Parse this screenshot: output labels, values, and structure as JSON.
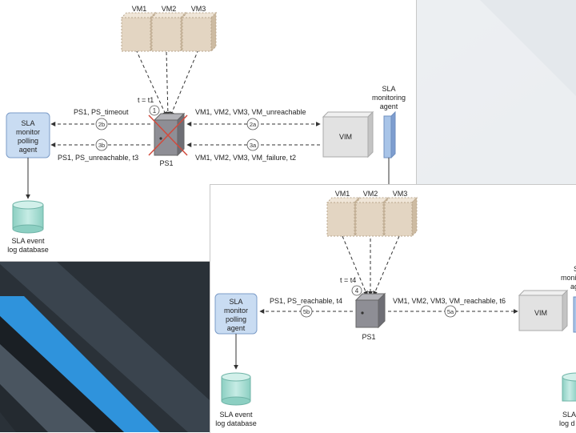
{
  "top": {
    "vms": [
      "VM1",
      "VM2",
      "VM3"
    ],
    "time_label": "t = t1",
    "step_1": "1",
    "server_label": "PS1",
    "vim_label": "VIM",
    "sla_agent": [
      "SLA",
      "monitoring",
      "agent"
    ],
    "poll_agent": [
      "SLA",
      "monitor",
      "polling",
      "agent"
    ],
    "db": [
      "SLA event",
      "log database"
    ],
    "msg_2b": "PS1, PS_timeout",
    "step_2b": "2b",
    "msg_3b": "PS1, PS_unreachable, t3",
    "step_3b": "3b",
    "msg_2a": "VM1, VM2, VM3, VM_unreachable",
    "step_2a": "2a",
    "msg_3a": "VM1, VM2, VM3, VM_failure, t2",
    "step_3a": "3a"
  },
  "bottom": {
    "vms": [
      "VM1",
      "VM2",
      "VM3"
    ],
    "time_label": "t = t4",
    "step_4": "4",
    "server_label": "PS1",
    "vim_label": "VIM",
    "sla_agent_partial": [
      "S",
      "moni",
      "ag"
    ],
    "poll_agent": [
      "SLA",
      "monitor",
      "polling",
      "agent"
    ],
    "db": [
      "SLA event",
      "log database"
    ],
    "db_right_partial": [
      "SLA",
      "log d"
    ],
    "msg_5b": "PS1, PS_reachable, t4",
    "step_5b": "5b",
    "msg_5a": "VM1, VM2, VM3, VM_reachable, t6",
    "step_5a": "5a"
  },
  "colors": {
    "vm_fill": "#e3d5c2",
    "server_fill": "#8e8e95",
    "vim_fill": "#e2e2e2",
    "agent_fill": "#c9dcf2",
    "db_fill": "#a9ddd3",
    "fail_cross": "#d24a3c",
    "slide_blue": "#2b8fd8"
  }
}
